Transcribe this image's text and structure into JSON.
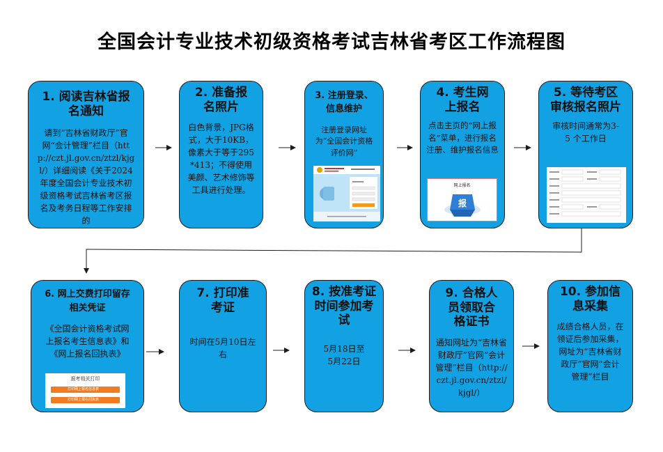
{
  "title": "全国会计专业技术初级资格考试吉林省考区工作流程图",
  "steps": [
    {
      "title": "1. 阅读吉林省报名通知",
      "body": "请到“吉林省财政厅”官网“会计管理”栏目（http://czt.jl.gov.cn/ztzl/kjgl/）详细阅读《关于2024年度全国会计专业技术初级资格考试吉林省考区报名及考务日程等工作安排的"
    },
    {
      "title": "2. 准备报名照片",
      "body": "白色背景，JPG格式，大于10KB，像素大于等于295*413；不得使用美颜、艺术修饰等工具进行处理。"
    },
    {
      "title": "3. 注册登录、信息维护",
      "body": "注册登录网址为“全国会计资格评价网”"
    },
    {
      "title": "4. 考生网上报名",
      "body": "点击主页的“网上报名”菜单，进行报名注册、维护报名信息"
    },
    {
      "title": "5. 等待考区审核报名照片",
      "body": "审核时间通常为3-5 个工作日"
    },
    {
      "title": "6. 网上交费打印留存相关凭证",
      "body": "《全国会计资格考试网上报名考生信息表》和《网上报名回执表》"
    },
    {
      "title": "7. 打印准考证",
      "body": "时间在5月10日左右"
    },
    {
      "title": "8. 按准考证时间参加考试",
      "body": "5月18日至5月22日"
    },
    {
      "title": "9. 合格人员领取合格证书",
      "body": "通知网址为“吉林省财政厅”官网“会计管理”栏目（http://czt.jl.gov.cn/ztzl/kjgl/）"
    },
    {
      "title": "10. 参加信息采集",
      "body": "成绩合格人员，在领证后参加采集，网址为“吉林省财政厅”官网“会计管理”栏目"
    }
  ],
  "thumb4": {
    "header": "网上报名",
    "badge": "报"
  },
  "thumb6": {
    "header": "报考相关打印",
    "row1": "打印网上报名信息表",
    "row2": "打印网上报名回执表"
  },
  "colors": {
    "box": "#12a1e2",
    "arrow": "#1c1c1c"
  }
}
